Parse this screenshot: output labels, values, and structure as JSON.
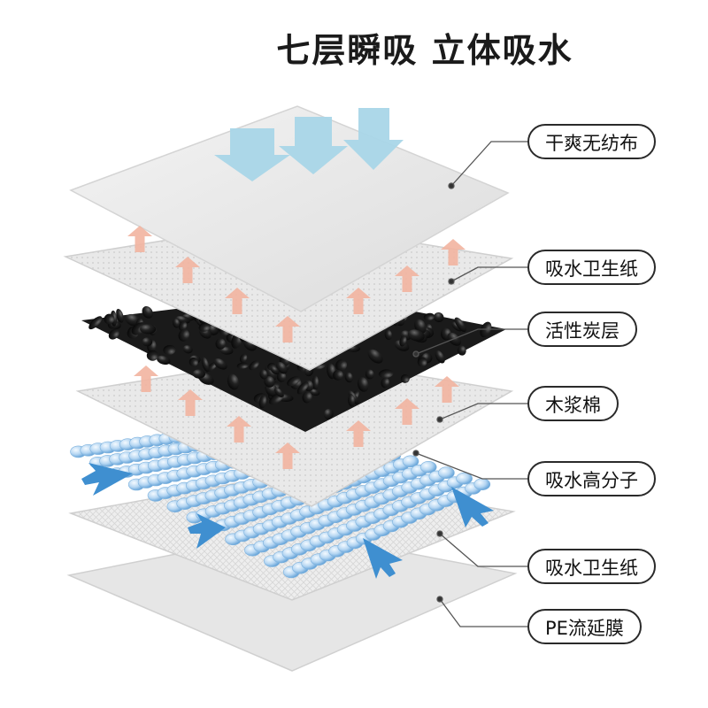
{
  "title": "七层瞬吸  立体吸水",
  "layers": [
    {
      "id": "dry-nonwoven",
      "label": "干爽无纺布"
    },
    {
      "id": "tissue-1",
      "label": "吸水卫生纸"
    },
    {
      "id": "activated-carbon",
      "label": "活性炭层"
    },
    {
      "id": "wood-pulp",
      "label": "木浆棉"
    },
    {
      "id": "polymer",
      "label": "吸水高分子"
    },
    {
      "id": "tissue-2",
      "label": "吸水卫生纸"
    },
    {
      "id": "pe-film",
      "label": "PE流延膜"
    }
  ],
  "colors": {
    "down_arrow": "#a9d6e8",
    "up_arrow": "#f2b4a0",
    "side_arrow": "#3f8fd0",
    "bead": "#b9d7f0",
    "carbon": "#151515",
    "sheet": "#ececec"
  }
}
